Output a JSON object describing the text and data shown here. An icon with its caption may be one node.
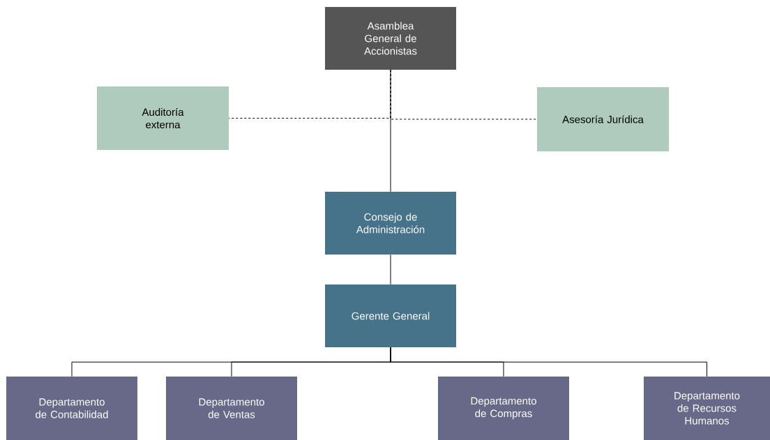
{
  "diagram": {
    "nodes": [
      {
        "text": [
          "Asamblea General de Accionistas"
        ]
      },
      {
        "text": [
          "Auditoría externa"
        ]
      },
      {
        "text": [
          "Asesoría Jurídica"
        ]
      },
      {
        "text": [
          "Consejo de Administración"
        ]
      },
      {
        "text": [
          "Gerente General"
        ]
      },
      {
        "text": [
          "Departamento de Contabilidad"
        ]
      },
      {
        "text": [
          "Departamento de Ventas"
        ]
      },
      {
        "text": [
          "Departamento de Compras"
        ]
      },
      {
        "text": [
          "Departamento de Recursos Humanos"
        ]
      }
    ],
    "edges": [
      {
        "from": 0,
        "to": 1,
        "arrow": "none",
        "style": "dashed"
      },
      {
        "from": 0,
        "to": 2,
        "arrow": "none",
        "style": "dashed"
      },
      {
        "from": 0,
        "to": 3,
        "arrow": "none"
      },
      {
        "from": 3,
        "to": 4,
        "arrow": "none"
      },
      {
        "from": 4,
        "to": 5,
        "arrow": "none"
      },
      {
        "from": 4,
        "to": 6,
        "arrow": "none"
      },
      {
        "from": 4,
        "to": 7,
        "arrow": "none"
      },
      {
        "from": 4,
        "to": 8,
        "arrow": "none"
      }
    ]
  }
}
